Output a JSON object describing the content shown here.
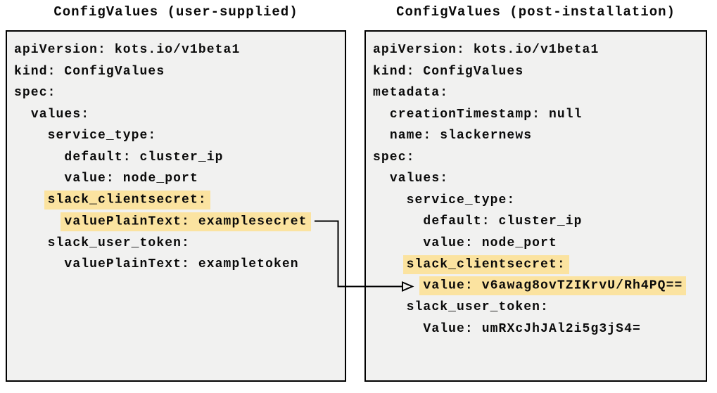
{
  "colors": {
    "highlight": "#FBE3A0",
    "panel_bg": "#F1F1F0",
    "border": "#000000",
    "text": "#0A0A0A",
    "arrow": "#000000"
  },
  "left_panel": {
    "title": "ConfigValues (user-supplied)",
    "lines": [
      {
        "indent": 0,
        "text": "apiVersion: kots.io/v1beta1",
        "highlight": false
      },
      {
        "indent": 0,
        "text": "kind: ConfigValues",
        "highlight": false
      },
      {
        "indent": 0,
        "text": "spec:",
        "highlight": false
      },
      {
        "indent": 2,
        "text": "values:",
        "highlight": false
      },
      {
        "indent": 4,
        "text": "service_type:",
        "highlight": false
      },
      {
        "indent": 6,
        "text": "default: cluster_ip",
        "highlight": false
      },
      {
        "indent": 6,
        "text": "value: node_port",
        "highlight": false
      },
      {
        "indent": 4,
        "text": "slack_clientsecret:",
        "highlight": true
      },
      {
        "indent": 6,
        "text": "valuePlainText: examplesecret",
        "highlight": true
      },
      {
        "indent": 4,
        "text": "slack_user_token:",
        "highlight": false
      },
      {
        "indent": 6,
        "text": "valuePlainText: exampletoken",
        "highlight": false
      }
    ]
  },
  "right_panel": {
    "title": "ConfigValues (post-installation)",
    "lines": [
      {
        "indent": 0,
        "text": "apiVersion: kots.io/v1beta1",
        "highlight": false
      },
      {
        "indent": 0,
        "text": "kind: ConfigValues",
        "highlight": false
      },
      {
        "indent": 0,
        "text": "metadata:",
        "highlight": false
      },
      {
        "indent": 2,
        "text": "creationTimestamp: null",
        "highlight": false
      },
      {
        "indent": 2,
        "text": "name: slackernews",
        "highlight": false
      },
      {
        "indent": 0,
        "text": "spec:",
        "highlight": false
      },
      {
        "indent": 2,
        "text": "values:",
        "highlight": false
      },
      {
        "indent": 4,
        "text": "service_type:",
        "highlight": false
      },
      {
        "indent": 6,
        "text": "default: cluster_ip",
        "highlight": false
      },
      {
        "indent": 6,
        "text": "value: node_port",
        "highlight": false
      },
      {
        "indent": 4,
        "text": "slack_clientsecret:",
        "highlight": true
      },
      {
        "indent": 6,
        "text": "value: v6awag8ovTZIKrvU/Rh4PQ==",
        "highlight": true
      },
      {
        "indent": 4,
        "text": "slack_user_token:",
        "highlight": false
      },
      {
        "indent": 6,
        "text": "Value: umRXcJhJAl2i5g3jS4=",
        "highlight": false
      }
    ]
  },
  "arrow": {
    "from": "valuePlainText: examplesecret",
    "to": "value: v6awag8ovTZIKrvU/Rh4PQ=="
  }
}
